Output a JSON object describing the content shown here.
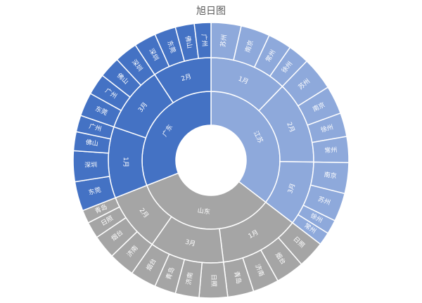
{
  "chart_data": {
    "type": "sunburst",
    "title": "旭日图",
    "center": [
      300,
      228
    ],
    "radii": {
      "hole": 50,
      "level1": 98,
      "level2": 146,
      "level3": 196
    },
    "colors": {
      "江苏": "#8EA9DB",
      "山东": "#A5A5A5",
      "广东": "#4472C4"
    },
    "tree": [
      {
        "name": "江苏",
        "children": [
          {
            "name": "1月",
            "children": [
              {
                "name": "苏州",
                "value": 12.7
              },
              {
                "name": "南京",
                "value": 12.3
              },
              {
                "name": "常州",
                "value": 10
              },
              {
                "name": "徐州",
                "value": 9
              }
            ]
          },
          {
            "name": "2月",
            "children": [
              {
                "name": "苏州",
                "value": 14
              },
              {
                "name": "南京",
                "value": 12
              },
              {
                "name": "徐州",
                "value": 10
              },
              {
                "name": "常州",
                "value": 11
              }
            ]
          },
          {
            "name": "3月",
            "children": [
              {
                "name": "南京",
                "value": 13
              },
              {
                "name": "苏州",
                "value": 12
              },
              {
                "name": "徐州",
                "value": 6
              },
              {
                "name": "常州",
                "value": 5.5
              }
            ]
          }
        ]
      },
      {
        "name": "山东",
        "children": [
          {
            "name": "1月",
            "children": [
              {
                "name": "日照",
                "value": 11.5
              },
              {
                "name": "烟台",
                "value": 12
              },
              {
                "name": "济南",
                "value": 11
              },
              {
                "name": "青岛",
                "value": 11
              }
            ]
          },
          {
            "name": "3月",
            "children": [
              {
                "name": "日照",
                "value": 12
              },
              {
                "name": "济南",
                "value": 10
              },
              {
                "name": "青岛",
                "value": 9
              },
              {
                "name": "烟台",
                "value": 11
              }
            ]
          },
          {
            "name": "2月",
            "children": [
              {
                "name": "济南",
                "value": 11
              },
              {
                "name": "烟台",
                "value": 10
              },
              {
                "name": "日照",
                "value": 7
              },
              {
                "name": "青岛",
                "value": 5.6
              }
            ]
          }
        ]
      },
      {
        "name": "广东",
        "children": [
          {
            "name": "1月",
            "children": [
              {
                "name": "东莞",
                "value": 12.4
              },
              {
                "name": "深圳",
                "value": 13
              },
              {
                "name": "佛山",
                "value": 8
              },
              {
                "name": "广州",
                "value": 7
              }
            ]
          },
          {
            "name": "3月",
            "children": [
              {
                "name": "东莞",
                "value": 10
              },
              {
                "name": "广州",
                "value": 9
              },
              {
                "name": "佛山",
                "value": 9
              },
              {
                "name": "深圳",
                "value": 9.7
              }
            ]
          },
          {
            "name": "2月",
            "children": [
              {
                "name": "深圳",
                "value": 9.3
              },
              {
                "name": "东莞",
                "value": 9
              },
              {
                "name": "佛山",
                "value": 8
              },
              {
                "name": "广州",
                "value": 7
              }
            ]
          }
        ]
      }
    ]
  }
}
